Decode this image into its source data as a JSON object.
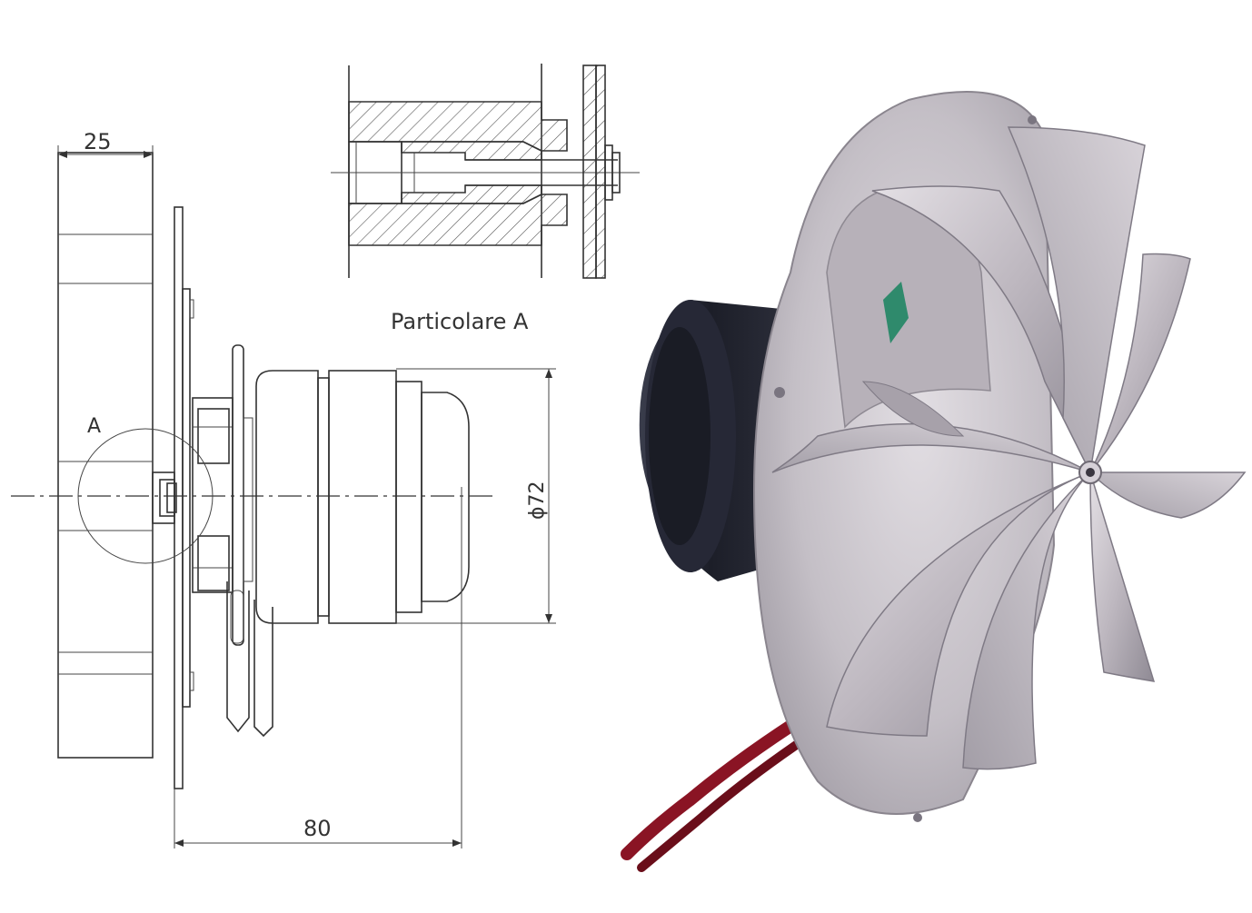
{
  "drawing": {
    "dim_width": "25",
    "dim_diameter": "ϕ72",
    "dim_length": "80",
    "detail_marker": "A",
    "detail_caption": "Particolare A"
  },
  "colors": {
    "line": "#333333",
    "cable": "#8a1424",
    "motor": "#20222e",
    "impeller": "#c9c4ca",
    "window": "#2f8a6c"
  }
}
